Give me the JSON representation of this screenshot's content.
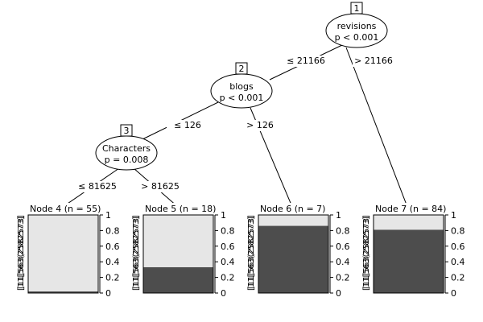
{
  "colors": {
    "light": "#e6e6e6",
    "dark": "#4d4d4d",
    "line": "#000000"
  },
  "inner_nodes": [
    {
      "id": "1",
      "variable": "revisions",
      "pvalue": "p < 0.001"
    },
    {
      "id": "2",
      "variable": "blogs",
      "pvalue": "p < 0.001"
    },
    {
      "id": "3",
      "variable": "Characters",
      "pvalue": "p = 0.008"
    }
  ],
  "edge_labels": [
    {
      "from": "1",
      "to": "2",
      "label": "≤ 21166"
    },
    {
      "from": "1",
      "to": "7",
      "label": "> 21166"
    },
    {
      "from": "2",
      "to": "3",
      "label": "≤ 126"
    },
    {
      "from": "2",
      "to": "6",
      "label": "> 126"
    },
    {
      "from": "3",
      "to": "4",
      "label": "≤ 81625"
    },
    {
      "from": "3",
      "to": "5",
      "label": "> 81625"
    }
  ],
  "terminal_nodes": [
    {
      "id": "4",
      "title": "Node 4 (n = 55)",
      "dark_fraction": 0.02
    },
    {
      "id": "5",
      "title": "Node 5 (n = 18)",
      "dark_fraction": 0.33
    },
    {
      "id": "6",
      "title": "Node 6 (n = 7)",
      "dark_fraction": 0.86
    },
    {
      "id": "7",
      "title": "Node 7 (n = 84)",
      "dark_fraction": 0.81
    }
  ],
  "axis_ticks": [
    "0",
    "0.2",
    "0.4",
    "0.6",
    "0.8",
    "1"
  ],
  "axis_tick_values": [
    0,
    0.2,
    0.4,
    0.6,
    0.8,
    1
  ],
  "category_labels": "[11[563(2582573]"
}
